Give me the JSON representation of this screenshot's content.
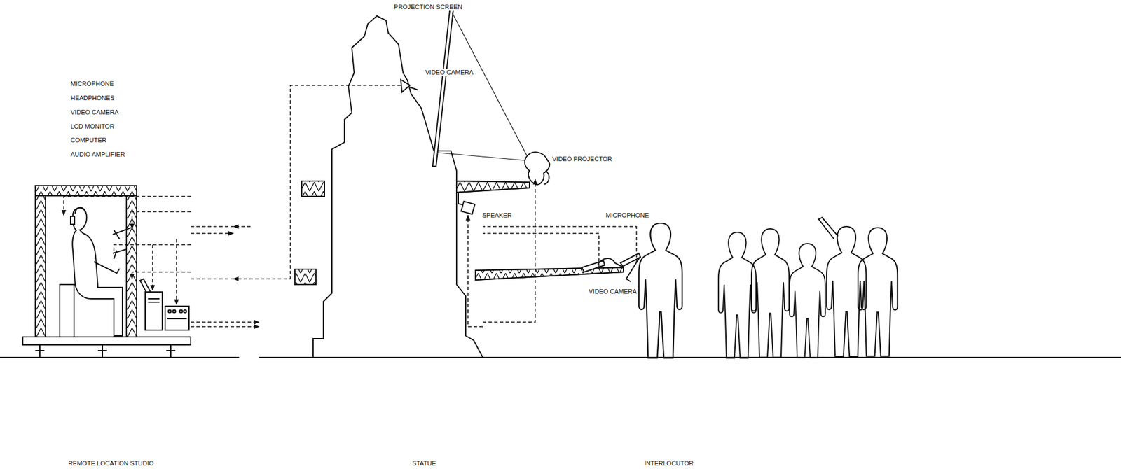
{
  "diagram": {
    "labels": [
      "MICROPHONE",
      "HEADPHONES",
      "VIDEO CAMERA",
      "LCD MONITOR",
      "COMPUTER",
      "AUDIO AMPLIFIER",
      "PROJECTION SCREEN",
      "VIDEO CAMERA",
      "VIDEO PROJECTOR",
      "SPEAKER",
      "MICROPHONE",
      "VIDEO CAMERA",
      "REMOTE LOCATION STUDIO",
      "STATUE",
      "INTERLOCUTOR"
    ]
  }
}
